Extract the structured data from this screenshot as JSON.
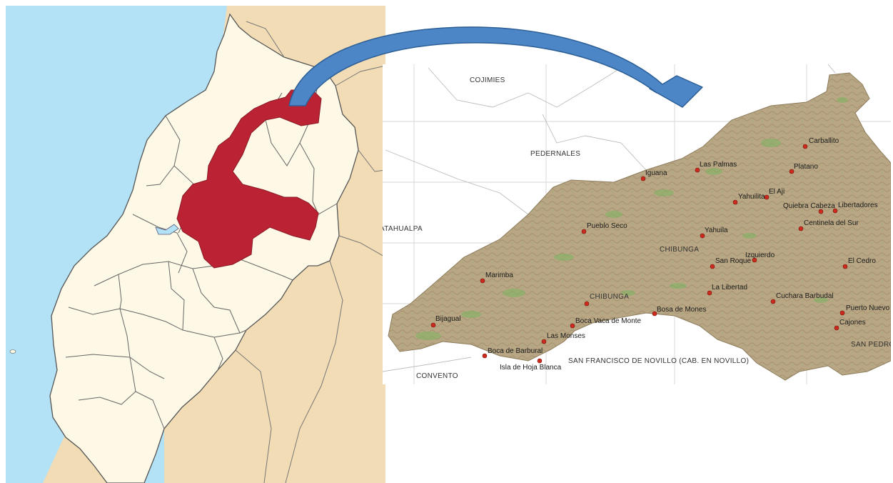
{
  "colors": {
    "sea": "#b3e1f5",
    "neighbor": "#f2dcb5",
    "province": "#fdf9e6",
    "highlight": "#bb2233",
    "canton_fill": "#b8a684",
    "canton_texture": "#9d8a68",
    "vegetation": "#7bb561",
    "arrow": "#4c86c7",
    "point": "#cc2a1c"
  },
  "detail_map": {
    "regions": {
      "cojimies": "COJIMIES",
      "pedernales": "PEDERNALES",
      "atahualpa": "ATAHUALPA",
      "chibunga_center": "CHIBUNGA",
      "chibunga_south": "CHIBUNGA",
      "san_francisco": "SAN FRANCISCO DE NOVILLO (CAB. EN NOVILLO)",
      "convento": "CONVENTO",
      "san_pedro": "SAN PEDRO"
    },
    "places": [
      "Carballito",
      "Las Palmas",
      "Iguana",
      "Platano",
      "El Aji",
      "Yahuilita",
      "Quiebra Cabeza",
      "Libertadores",
      "Centinela del Sur",
      "Pueblo Seco",
      "Yahuila",
      "Izquierdo",
      "San Roque",
      "El Cedro",
      "Marimba",
      "La Libertad",
      "Cuchara Barbudal",
      "Bosa de Mones",
      "Boca Vaca de Monte",
      "Puerto Nuevo",
      "Cajones",
      "Bijagual",
      "Las Monses",
      "Boca de Barbural",
      "Isla de Hoja Blanca"
    ]
  }
}
